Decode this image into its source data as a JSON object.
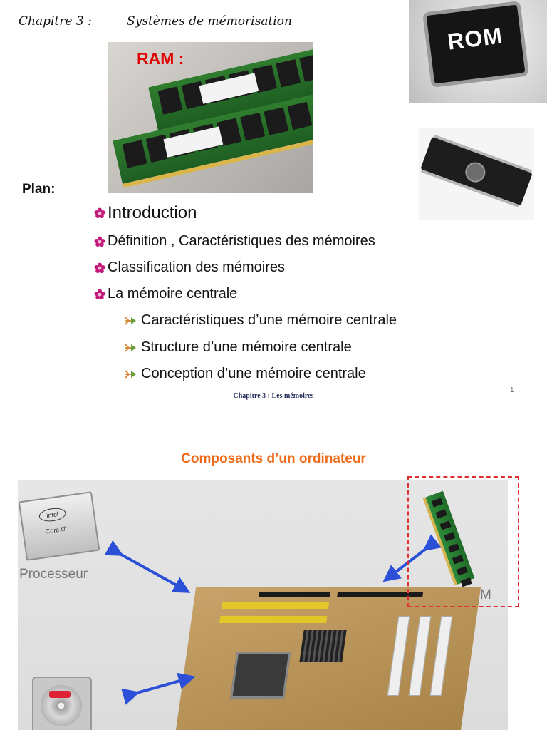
{
  "slide1": {
    "chapter_label": "Chapitre 3 :",
    "chapter_title": "Systèmes de mémorisation",
    "ram_label": "RAM :",
    "rom_label": "ROM",
    "plan_label": "Plan:",
    "items": [
      "Introduction",
      "Définition , Caractéristiques des mémoires",
      "Classification des mémoires",
      "La mémoire centrale"
    ],
    "subitems": [
      "Caractéristiques d’une mémoire centrale",
      " Structure d’une mémoire centrale",
      "Conception d’une mémoire centrale"
    ],
    "footer": "Chapitre 3 : Les mémoires",
    "page_number": "1"
  },
  "slide2": {
    "title": "Composants d’un ordinateur",
    "cpu_brand": "intel",
    "cpu_model": "Core i7",
    "label_processor": "Processeur",
    "label_ram": "R.A.M"
  },
  "colors": {
    "title_orange": "#ee6b1a",
    "ram_red": "#e00000",
    "footer_navy": "#1f2a5a",
    "arrow_blue": "#2b4fd6",
    "dash_red": "#e03030"
  },
  "icons": {
    "item_bullet": "flower-icon",
    "subitem_bullet": "arrow-bullet-icon"
  }
}
